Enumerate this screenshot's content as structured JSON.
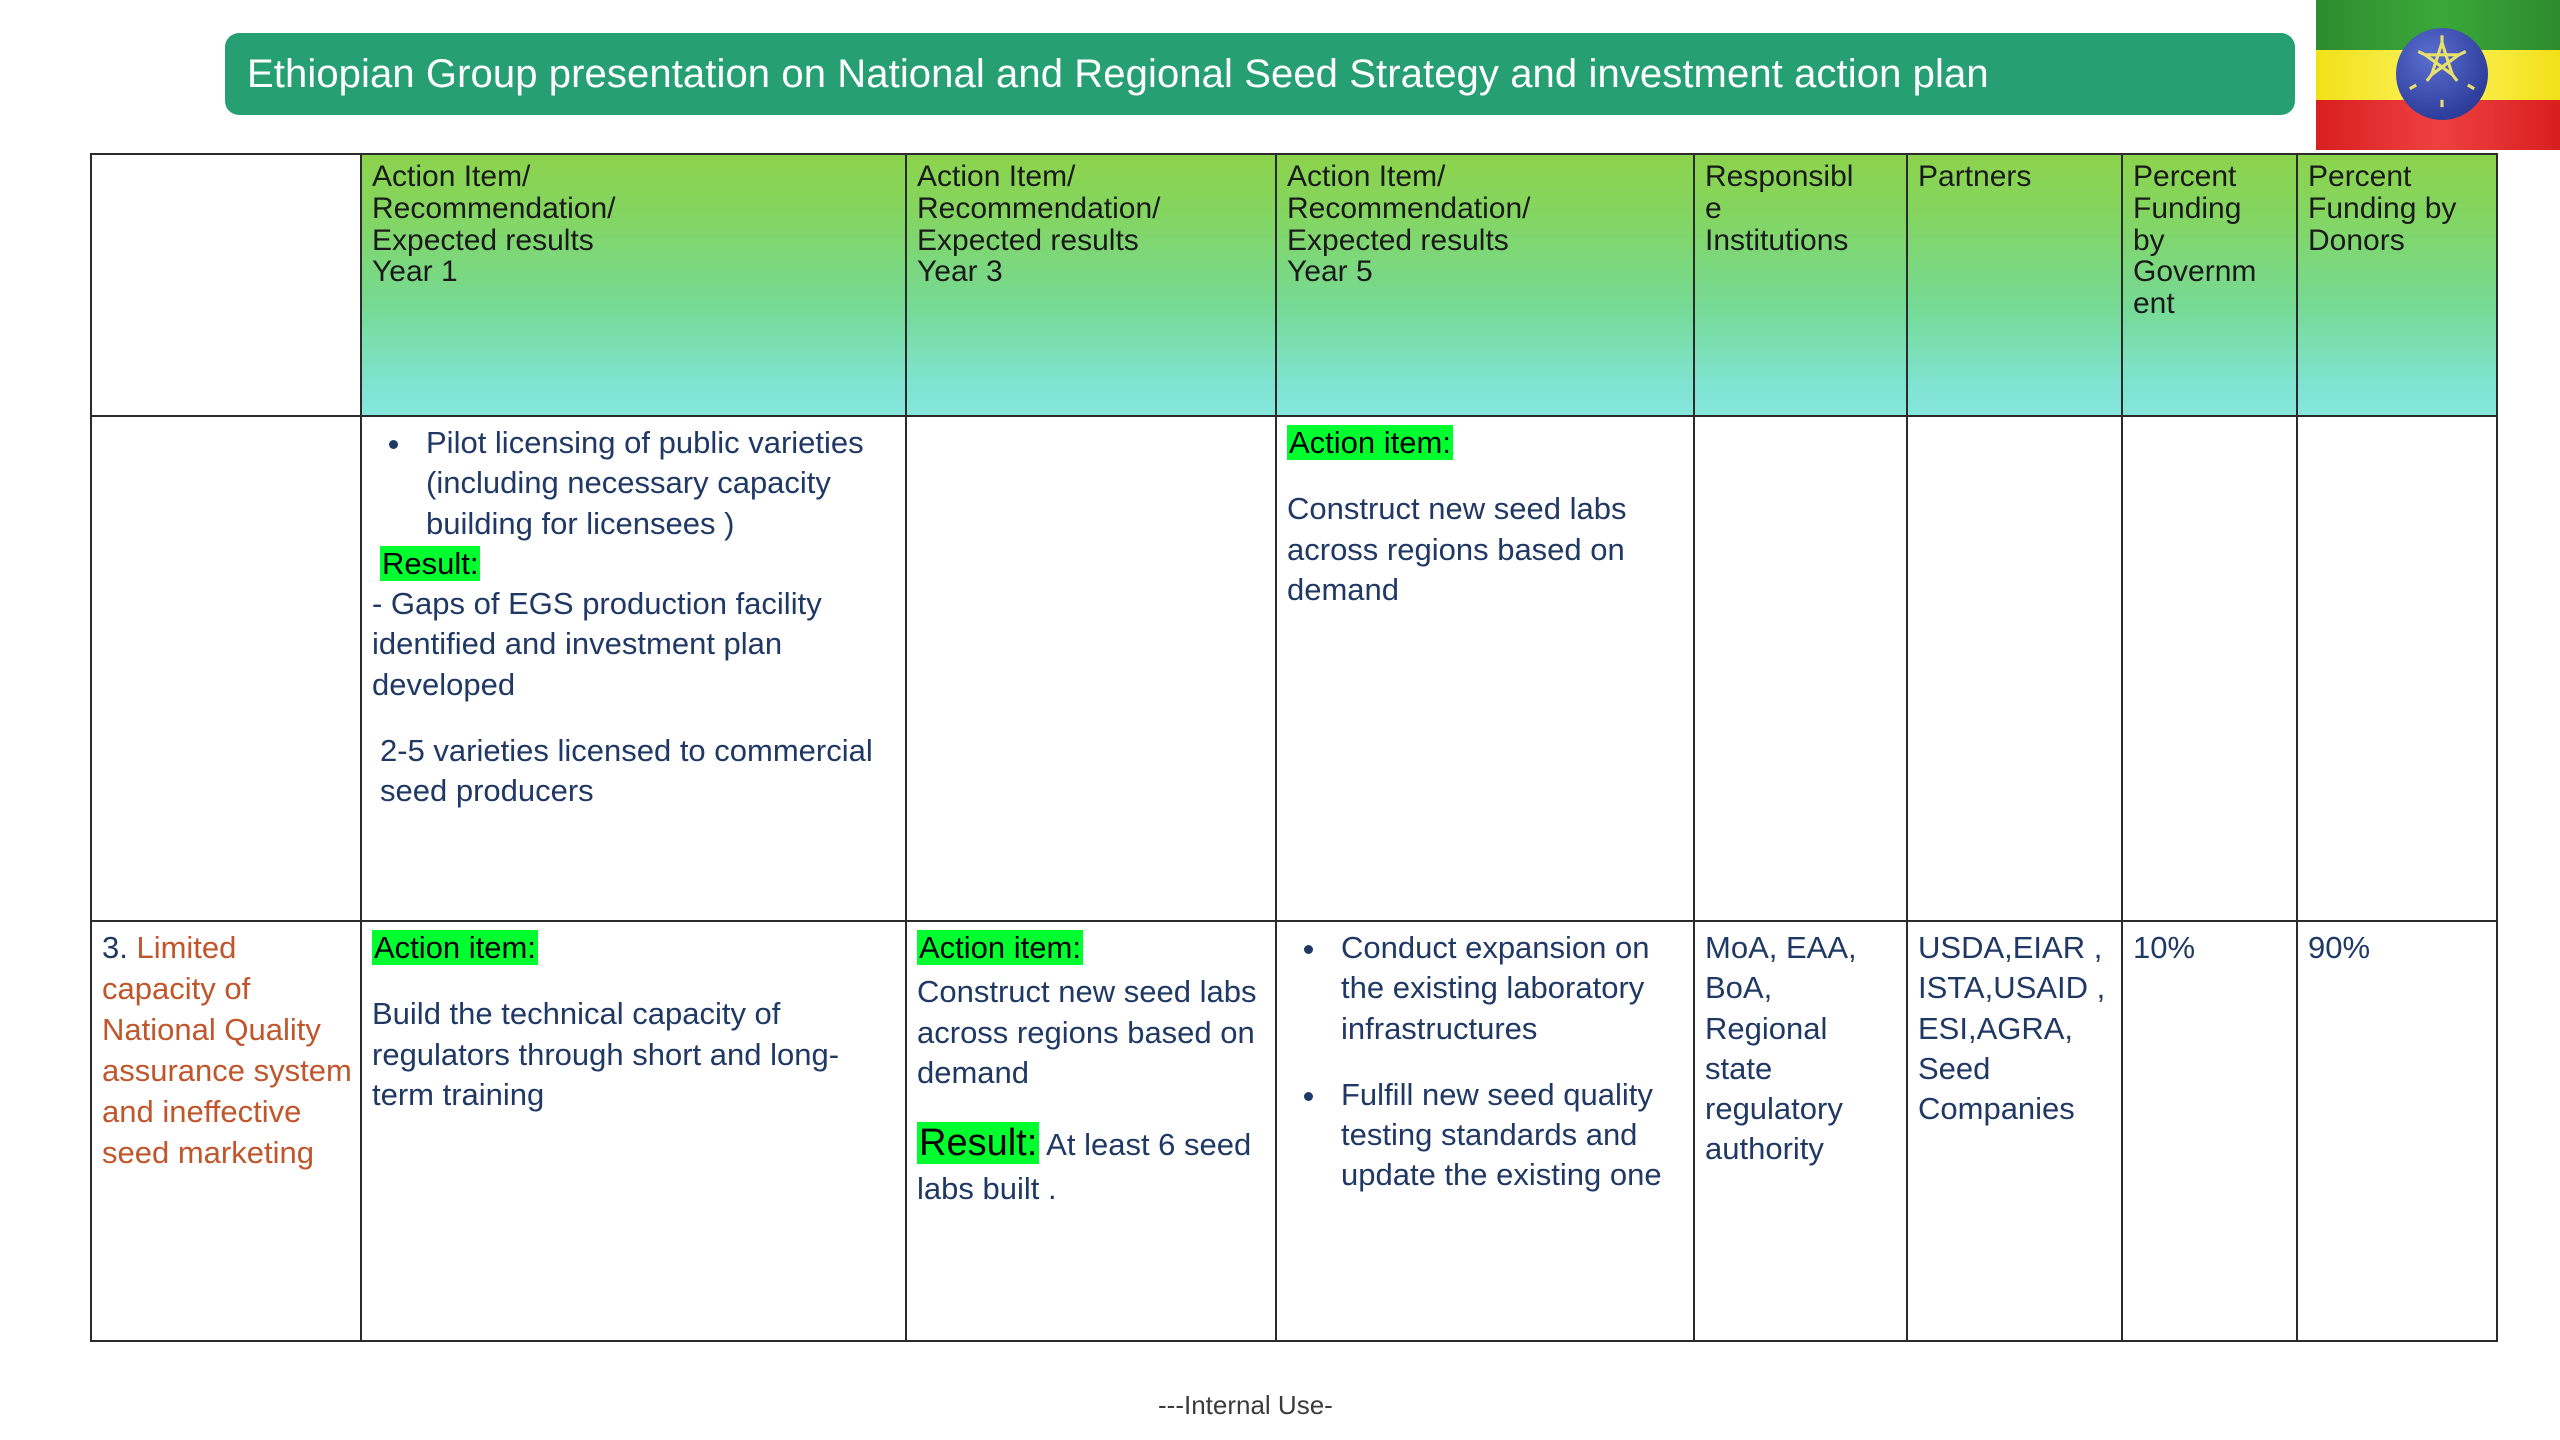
{
  "banner": {
    "title": "Ethiopian Group presentation on National and Regional Seed Strategy and investment action plan",
    "bg_color": "#26A072",
    "text_color": "#FFFFFF"
  },
  "flag": {
    "name": "ethiopian-flag",
    "colors": [
      "#2E8B2E",
      "#F2E018",
      "#D81F1F",
      "#2F3F9E",
      "#E6D54A"
    ]
  },
  "colors": {
    "header_gradient_top": "#8CD34C",
    "header_gradient_bottom": "#86E6DC",
    "body_text": "#1F3864",
    "issue_text": "#C0562B",
    "highlight": "#00FF2F",
    "border": "#2B2B2B"
  },
  "table": {
    "headers": [
      "",
      "Action Item/\nRecommendation/\nExpected results\nYear 1",
      "Action Item/\nRecommendation/\nExpected results\n Year 3",
      "Action Item/\nRecommendation/\nExpected results\n Year 5",
      "Responsible Institutions",
      "Partners",
      "Percent Funding by Government",
      "Percent Funding by Donors"
    ],
    "headers_parts": {
      "y1": [
        "Action Item/",
        "Recommendation/",
        "Expected results",
        "Year 1"
      ],
      "y3": [
        "Action Item/",
        "Recommendation/",
        "Expected results",
        " Year 3"
      ],
      "y5": [
        "Action Item/",
        "Recommendation/",
        "Expected results",
        " Year 5"
      ],
      "responsible": [
        "Responsibl",
        "e",
        "Institutions"
      ],
      "partners": [
        "Partners"
      ],
      "gov": [
        "Percent",
        "Funding",
        "by",
        "Governm",
        "ent"
      ],
      "donors": [
        "Percent",
        "Funding by",
        "Donors"
      ]
    },
    "rows": [
      {
        "issue": {
          "number": "",
          "text": ""
        },
        "year1": {
          "bullets": [
            "Pilot licensing of public varieties (including necessary capacity building for licensees )"
          ],
          "result_label": "Result:",
          "result_lines": [
            "- Gaps of EGS production facility identified and investment plan developed",
            "2-5 varieties licensed to commercial seed producers"
          ]
        },
        "year3": {
          "empty": true
        },
        "year5": {
          "action_label": "Action item:",
          "action_text": " Construct new seed labs across regions based on demand"
        },
        "responsible": "",
        "partners": "",
        "percent_government": "",
        "percent_donors": ""
      },
      {
        "issue": {
          "number": "3.",
          "text": " Limited capacity of National Quality assurance system and ineffective seed marketing"
        },
        "year1": {
          "action_label": "Action item:",
          "action_text": "Build the technical capacity of regulators through short and long-term training"
        },
        "year3": {
          "action_label": "Action item:",
          "action_text": " Construct new seed labs across regions based on demand",
          "result_label": "Result:",
          "result_text": " At least 6 seed labs built ."
        },
        "year5": {
          "bullets": [
            "Conduct expansion on the existing laboratory infrastructures",
            "Fulfill new seed quality testing standards and update the existing one"
          ]
        },
        "responsible": "MoA, EAA, BoA, Regional state regulatory authority",
        "partners": "USDA,EIAR , ISTA,USAID , ESI,AGRA, Seed Companies",
        "percent_government": "10%",
        "percent_donors": "90%"
      }
    ]
  },
  "watermark": {
    "text": "---Internal Use-"
  }
}
